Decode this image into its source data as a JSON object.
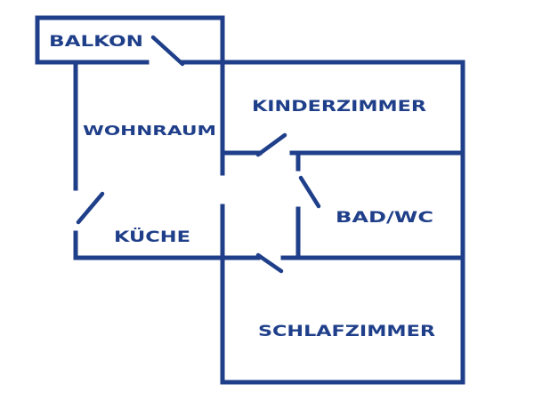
{
  "plan": {
    "color": "#1f3f8a",
    "rooms": {
      "balkon": "BALKON",
      "wohnraum": "WOHNRAUM",
      "kueche": "KÜCHE",
      "kinderzimmer": "KINDERZIMMER",
      "bad_wc": "BAD/WC",
      "schlafzimmer": "SCHLAFZIMMER"
    }
  }
}
